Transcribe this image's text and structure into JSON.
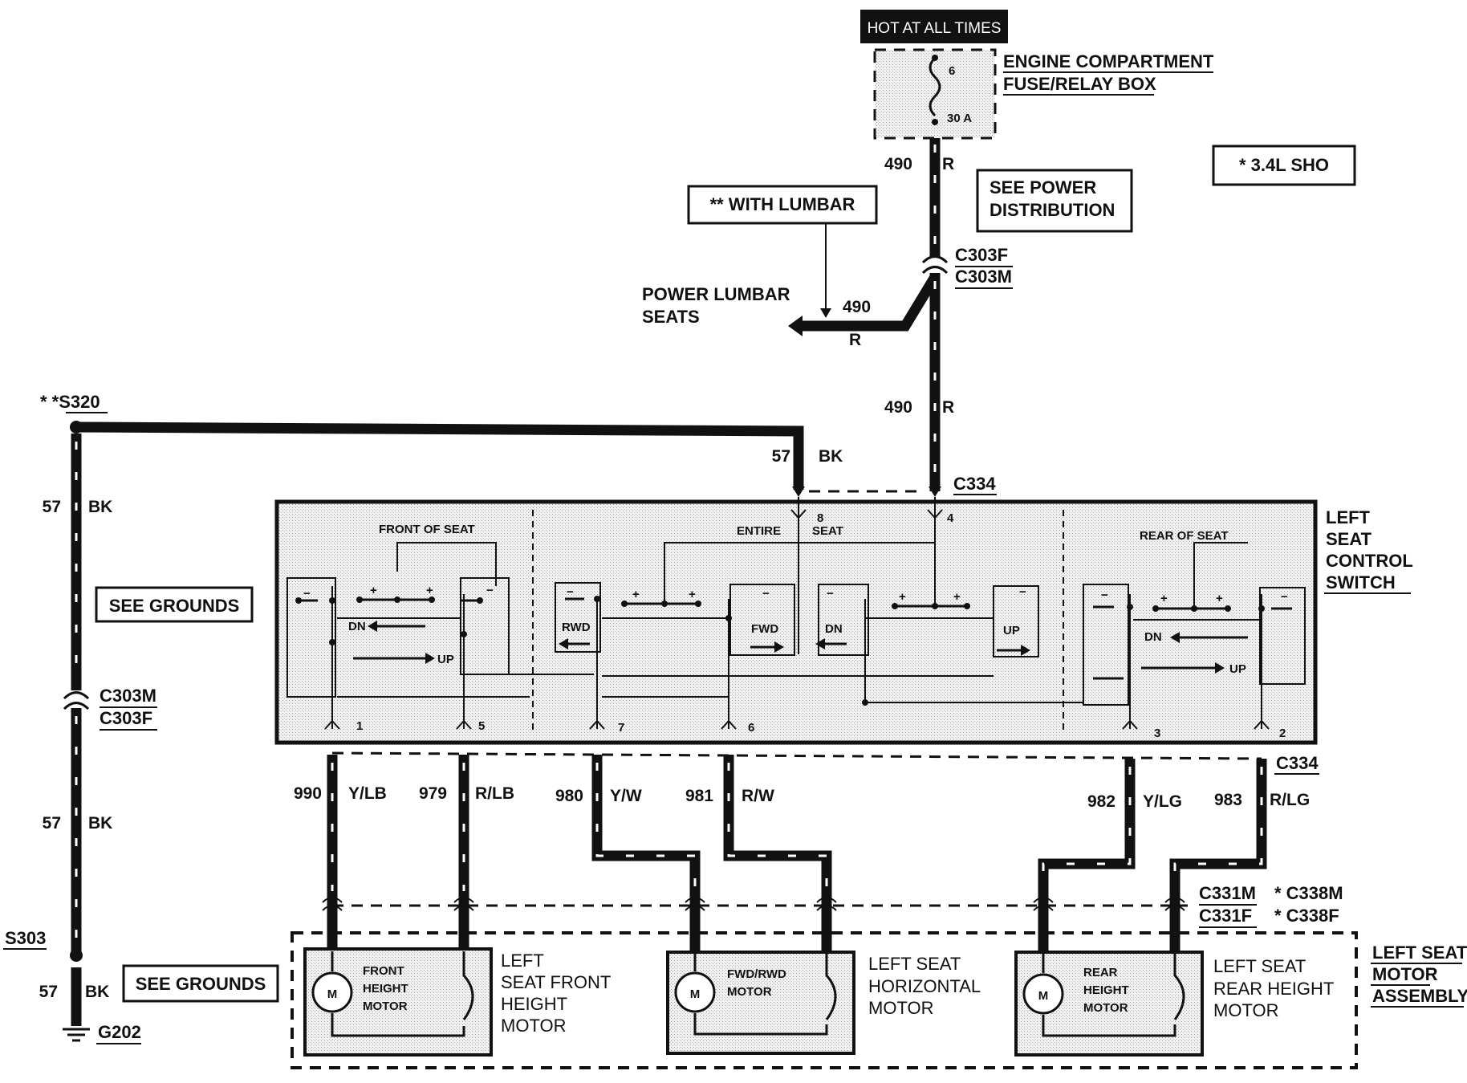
{
  "hot_label": "HOT AT ALL TIMES",
  "fuse_box": {
    "line1": "ENGINE COMPARTMENT",
    "line2": "FUSE/RELAY BOX",
    "fuse_number": "6",
    "fuse_rating": "30 A"
  },
  "notes": {
    "sho": "*  3.4L SHO",
    "with_lumbar": "**  WITH LUMBAR",
    "see_power_line1": "SEE POWER",
    "see_power_line2": "DISTRIBUTION",
    "see_grounds_1": "SEE GROUNDS",
    "see_grounds_2": "SEE GROUNDS"
  },
  "power_lumbar": {
    "line1": "POWER LUMBAR",
    "line2": "SEATS"
  },
  "wires": {
    "w490_top": {
      "circuit": "490",
      "color": "R"
    },
    "w490_lumbar": {
      "circuit": "490",
      "color": "R"
    },
    "w490_mid": {
      "circuit": "490",
      "color": "R"
    },
    "w57_top": {
      "circuit": "57",
      "color": "BK"
    },
    "w57_left1": {
      "circuit": "57",
      "color": "BK"
    },
    "w57_left2": {
      "circuit": "57",
      "color": "BK"
    },
    "w57_left3": {
      "circuit": "57",
      "color": "BK"
    },
    "w990": {
      "circuit": "990",
      "color": "Y/LB"
    },
    "w979": {
      "circuit": "979",
      "color": "R/LB"
    },
    "w980": {
      "circuit": "980",
      "color": "Y/W"
    },
    "w981": {
      "circuit": "981",
      "color": "R/W"
    },
    "w982": {
      "circuit": "982",
      "color": "Y/LG"
    },
    "w983": {
      "circuit": "983",
      "color": "R/LG"
    }
  },
  "connectors": {
    "c303f": "C303F",
    "c303m": "C303M",
    "c334_top": "C334",
    "c334_bottom": "C334",
    "c303m_left": "C303M",
    "c303f_left": "C303F",
    "c331m": "C331M",
    "c331f": "C331F",
    "c338m": "* C338M",
    "c338f": "* C338F"
  },
  "splices": {
    "s320": "* *S320",
    "s303": "S303",
    "g202": "G202"
  },
  "switch": {
    "title_line1": "LEFT",
    "title_line2": "SEAT",
    "title_line3": "CONTROL",
    "title_line4": "SWITCH",
    "front_label": "FRONT OF SEAT",
    "entire_label": "ENTIRE",
    "seat_label": "SEAT",
    "rear_label": "REAR OF SEAT",
    "dn": "DN",
    "up": "UP",
    "rwd": "RWD",
    "fwd": "FWD",
    "dn_mid": "DN",
    "up_mid": "UP",
    "dn_rear": "DN",
    "up_rear": "UP",
    "plus": "+",
    "minus": "−",
    "pins": [
      "1",
      "5",
      "7",
      "6",
      "8",
      "4",
      "3",
      "2"
    ]
  },
  "motor_assembly": {
    "title_line1": "LEFT SEAT",
    "title_line2": "MOTOR",
    "title_line3": "ASSEMBLY",
    "m_symbol": "M",
    "front": {
      "inner1": "FRONT",
      "inner2": "HEIGHT",
      "inner3": "MOTOR",
      "label1": "LEFT",
      "label2": "SEAT FRONT",
      "label3": "HEIGHT",
      "label4": "MOTOR"
    },
    "horiz": {
      "inner1": "FWD/RWD",
      "inner2": "MOTOR",
      "label1": "LEFT SEAT",
      "label2": "HORIZONTAL",
      "label3": "MOTOR"
    },
    "rear": {
      "inner1": "REAR",
      "inner2": "HEIGHT",
      "inner3": "MOTOR",
      "label1": "LEFT SEAT",
      "label2": "REAR HEIGHT",
      "label3": "MOTOR"
    }
  }
}
